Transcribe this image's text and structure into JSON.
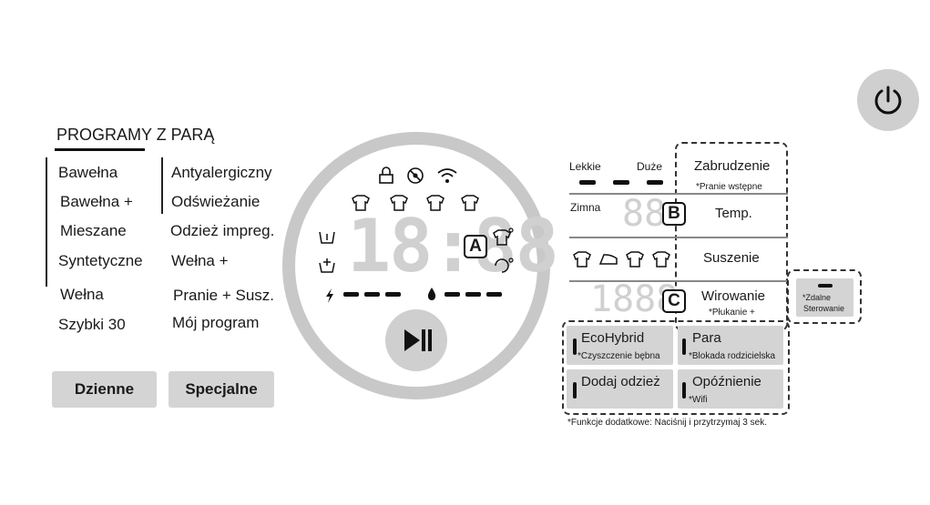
{
  "power": {
    "icon": "power-icon"
  },
  "programs": {
    "title": "PROGRAMY Z PARĄ",
    "col1": [
      "Bawełna",
      "Bawełna +",
      "Mieszane",
      "Syntetyczne",
      "Wełna",
      "Szybki 30"
    ],
    "col2": [
      "Antyalergiczny",
      "Odświeżanie",
      "Odzież impreg.",
      "Wełna +",
      "Pranie + Susz.",
      "Mój program"
    ],
    "buttons": {
      "daily": "Dzienne",
      "special": "Specjalne"
    }
  },
  "display": {
    "time": "18:88",
    "play_icon": "play-pause-icon",
    "badge_a": "A",
    "badge_b": "B",
    "badge_c": "C",
    "temp_digits": "88",
    "spin_digits": "1888"
  },
  "settings": {
    "soil_light": "Lekkie",
    "soil_heavy": "Duże",
    "soil_label": "Zabrudzenie",
    "soil_sub": "*Pranie wstępne",
    "temp_cold": "Zimna",
    "temp_label": "Temp.",
    "dry_label": "Suszenie",
    "spin_label": "Wirowanie",
    "spin_sub": "*Płukanie +"
  },
  "remote": {
    "line1": "*Zdalne",
    "line2": "Sterowanie"
  },
  "functions": [
    {
      "label": "EcoHybrid",
      "sub": "*Czyszczenie bębna"
    },
    {
      "label": "Para",
      "sub": "*Blokada rodzicielska"
    },
    {
      "label": "Dodaj odzież",
      "sub": ""
    },
    {
      "label": "Opóźnienie",
      "sub": "*Wifi"
    }
  ],
  "footnote": "*Funkcje dodatkowe: Naciśnij i przytrzymaj 3 sek."
}
